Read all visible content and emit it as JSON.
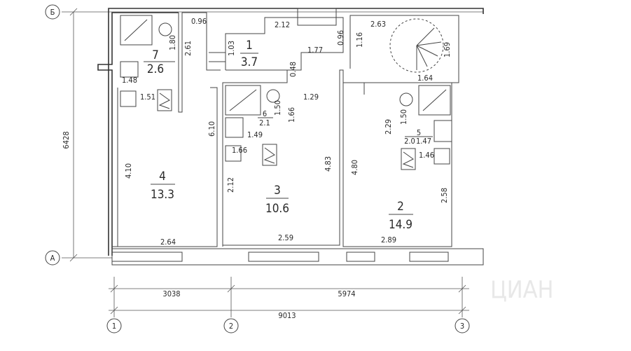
{
  "title": "Floor plan",
  "axes": {
    "rows": [
      "Б",
      "А"
    ],
    "cols": [
      "1",
      "2",
      "3"
    ]
  },
  "overall": {
    "height": "6428",
    "left_span": "3038",
    "right_span": "5974",
    "total": "9013"
  },
  "rooms": [
    {
      "number": "1",
      "area": "3.7"
    },
    {
      "number": "2",
      "area": "14.9"
    },
    {
      "number": "3",
      "area": "10.6"
    },
    {
      "number": "4",
      "area": "13.3"
    },
    {
      "number": "5",
      "area": "2.0"
    },
    {
      "number": "6",
      "area": "2.1"
    },
    {
      "number": "7",
      "area": "2.6"
    }
  ],
  "dims": [
    "0.96",
    "1.80",
    "2.61",
    "1.48",
    "1.51",
    "4.10",
    "2.64",
    "6.10",
    "2.12",
    "1.03",
    "1.77",
    "0.96",
    "1.16",
    "0.48",
    "1.29",
    "1.50",
    "1.66",
    "1.49",
    "1.66",
    "2.12",
    "4.83",
    "2.59",
    "2.63",
    "1.69",
    "1.64",
    "4.80",
    "2.29",
    "1.50",
    "1.47",
    "1.46",
    "2.58",
    "2.89"
  ],
  "watermark": "ЦИАН"
}
